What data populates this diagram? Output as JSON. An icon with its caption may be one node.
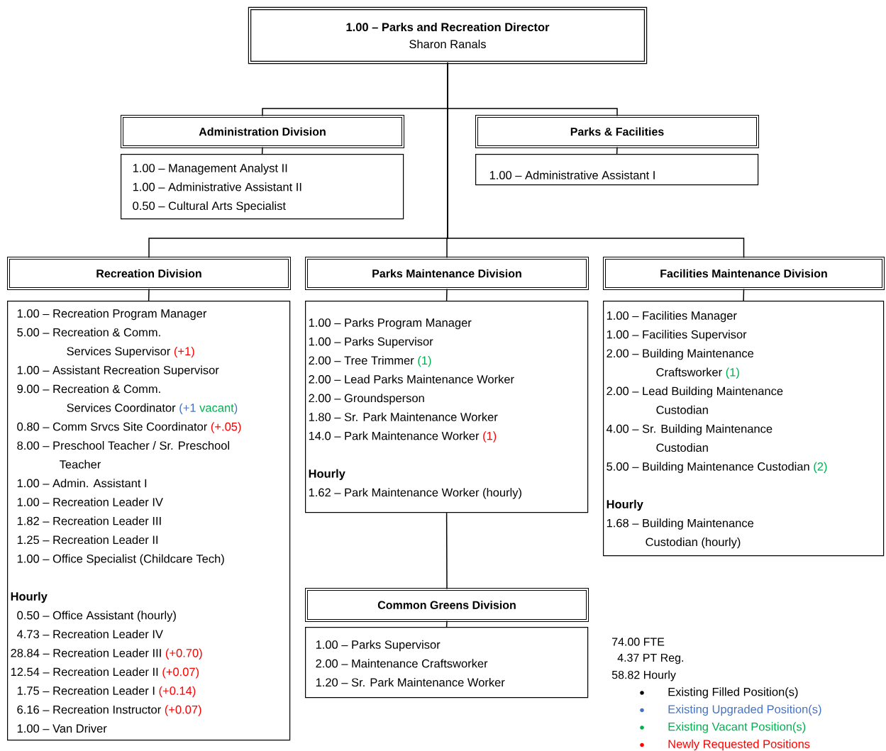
{
  "diagram": {
    "nodes": [
      {
        "text": [
          "1.00 – Parks and Recreation Director",
          "Sharon Ranals"
        ]
      },
      {
        "text": [
          "Administration Division"
        ]
      },
      {
        "text": [
          "1.00 – Management Analyst II",
          "1.00 – Administrative Assistant II",
          "0.50 – Cultural Arts Specialist"
        ]
      },
      {
        "text": [
          "Parks & Facilities"
        ]
      },
      {
        "text": [
          "1.00 – Administrative Assistant I"
        ]
      },
      {
        "text": [
          "Recreation Division"
        ]
      },
      {
        "text": [
          "1.00 – Recreation Program Manager",
          "5.00 – Recreation & Comm. Services Supervisor",
          "(+1)",
          "1.00 – Assistant Recreation Supervisor",
          "9.00 – Recreation & Comm. Services Coordinator",
          "(+1",
          "vacant",
          ")",
          "0.80 – Comm Srvcs Site Coordinator",
          "(+.05)",
          "8.00 – Preschool Teacher / Sr. Preschool Teacher",
          "1.00 – Admin. Assistant I",
          "1.00 – Recreation Leader IV",
          "1.82 – Recreation Leader III",
          "1.25 – Recreation Leader II",
          "1.00 – Office Specialist (Childcare Tech)",
          "Hourly",
          "0.50 – Office Assistant (hourly)",
          "4.73 – Recreation Leader IV",
          "28.84 – Recreation Leader III",
          "(+0.70)",
          "12.54 – Recreation Leader II",
          "(+0.07)",
          "1.75 – Recreation Leader I",
          "(+0.14)",
          "6.16 – Recreation Instructor",
          "(+0.07)",
          "1.00 – Van Driver"
        ]
      },
      {
        "text": [
          "Parks Maintenance Division"
        ]
      },
      {
        "text": [
          "1.00 – Parks Program Manager",
          "1.00 – Parks Supervisor",
          "2.00 – Tree Trimmer",
          "(1)",
          "2.00 – Lead Parks Maintenance Worker",
          "2.00 – Groundsperson",
          "1.80 – Sr. Park Maintenance Worker",
          "14.0 – Park Maintenance Worker",
          "(1)",
          "Hourly",
          "1.62 – Park Maintenance Worker (hourly)"
        ]
      },
      {
        "text": [
          "Facilities Maintenance Division"
        ]
      },
      {
        "text": [
          "1.00 – Facilities Manager",
          "1.00 – Facilities Supervisor",
          "2.00 – Building Maintenance Craftsworker",
          "(1)",
          "2.00 – Lead Building Maintenance Custodian",
          "4.00 – Sr. Building Maintenance Custodian",
          "5.00 – Building Maintenance Custodian",
          "(2)",
          "Hourly",
          "1.68 – Building Maintenance Custodian (hourly)"
        ]
      },
      {
        "text": [
          "Common Greens Division"
        ]
      },
      {
        "text": [
          "1.00 – Parks Supervisor",
          "2.00 – Maintenance Craftsworker",
          "1.20 – Sr. Park Maintenance Worker"
        ]
      }
    ],
    "edges": [
      {
        "from": 0,
        "to": 1,
        "arrow": "none"
      },
      {
        "from": 0,
        "to": 3,
        "arrow": "none"
      },
      {
        "from": 0,
        "to": 5,
        "arrow": "none"
      },
      {
        "from": 0,
        "to": 7,
        "arrow": "none"
      },
      {
        "from": 0,
        "to": 9,
        "arrow": "none"
      },
      {
        "from": 1,
        "to": 2,
        "arrow": "none"
      },
      {
        "from": 3,
        "to": 4,
        "arrow": "none"
      },
      {
        "from": 5,
        "to": 6,
        "arrow": "none"
      },
      {
        "from": 7,
        "to": 8,
        "arrow": "none"
      },
      {
        "from": 9,
        "to": 10,
        "arrow": "none"
      },
      {
        "from": 8,
        "to": 11,
        "arrow": "none"
      },
      {
        "from": 11,
        "to": 12,
        "arrow": "none"
      }
    ],
    "labels": [
      "74.00 FTE",
      "4.37 PT Reg.",
      "58.82 Hourly"
    ],
    "legend": [
      {
        "text": "Existing Filled Position(s)",
        "color": "#000000"
      },
      {
        "text": "Existing Upgraded Position(s)",
        "color": "#4472c4"
      },
      {
        "text": "Existing Vacant Position(s)",
        "color": "#00b050"
      },
      {
        "text": "Newly Requested Positions",
        "color": "#ff0000"
      }
    ]
  }
}
